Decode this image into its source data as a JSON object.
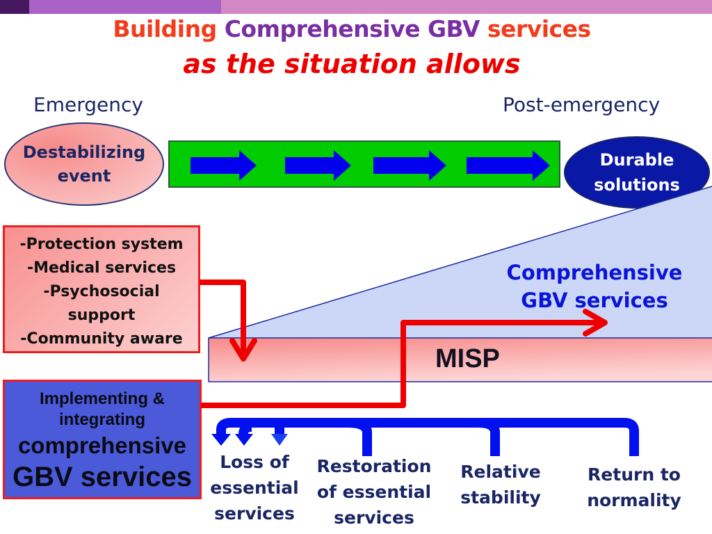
{
  "header_bar": {
    "colors": [
      "#46185e",
      "#ab62c6",
      "#d389c6"
    ]
  },
  "title": {
    "line1_parts": [
      "Building",
      "Comprehensive GBV",
      "services"
    ],
    "line2": "as the situation allows"
  },
  "phases": {
    "left": "Emergency",
    "right": "Post-emergency"
  },
  "start_event": {
    "lines": [
      "Destabilizing",
      "event"
    ]
  },
  "end_event": {
    "lines": [
      "Durable",
      "solutions"
    ]
  },
  "progress_bar": {
    "arrow_count": 4,
    "bar_color": "#00cc00",
    "arrow_color": "#0000ee"
  },
  "services_box": {
    "lines": [
      "-Protection system",
      "-Medical services",
      "-Psychosocial",
      "support",
      "-Community aware"
    ]
  },
  "implementing_box": {
    "lines": [
      "Implementing &",
      "integrating",
      "comprehensive",
      "GBV services"
    ]
  },
  "comprehensive_area": {
    "lines": [
      "Comprehensive",
      "GBV services"
    ],
    "fill_color": "#ccd6f6"
  },
  "misp_band": {
    "label": "MISP"
  },
  "timeline_stages": [
    {
      "lines": [
        "Loss of",
        "essential",
        "services"
      ]
    },
    {
      "lines": [
        "Restoration",
        "of essential",
        "services"
      ]
    },
    {
      "lines": [
        "Relative",
        "stability"
      ]
    },
    {
      "lines": [
        "Return to",
        "normality"
      ]
    }
  ],
  "colors": {
    "red_arrow": "#ee0000",
    "blue_bracket": "#0010ee",
    "text_navy": "#1a2563"
  }
}
